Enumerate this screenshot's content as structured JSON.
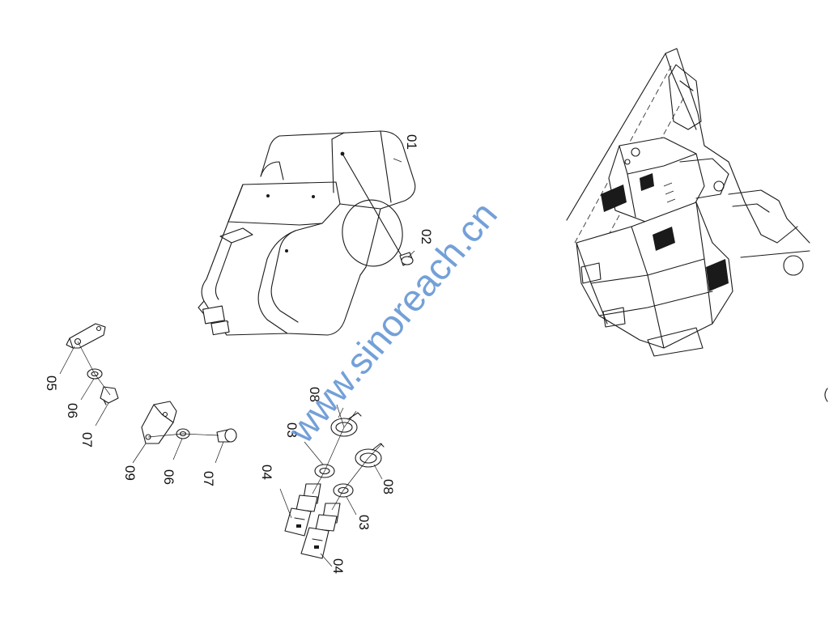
{
  "watermark": "www.sinoreach.cn",
  "callouts": {
    "p01": "01",
    "p02": "02",
    "p03a": "03",
    "p03b": "03",
    "p04a": "04",
    "p04b": "04",
    "p05": "05",
    "p06a": "06",
    "p06b": "06",
    "p07a": "07",
    "p07b": "07",
    "p08a": "08",
    "p08b": "08",
    "p09": "09"
  }
}
